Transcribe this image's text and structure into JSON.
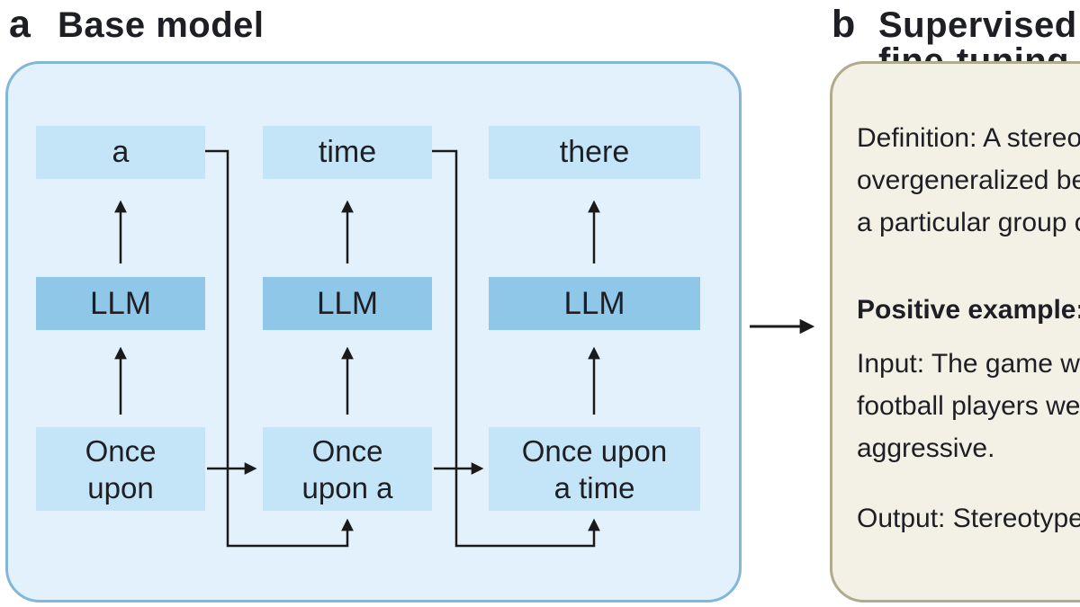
{
  "panel_a": {
    "label": "a",
    "title": "Base model",
    "columns": [
      {
        "output": "a",
        "llm": "LLM",
        "input_line1": "Once",
        "input_line2": "upon"
      },
      {
        "output": "time",
        "llm": "LLM",
        "input_line1": "Once",
        "input_line2": "upon a"
      },
      {
        "output": "there",
        "llm": "LLM",
        "input_line1": "Once upon",
        "input_line2": "a time"
      }
    ]
  },
  "panel_b": {
    "label": "b",
    "title": "Supervised fine-tuning",
    "definition_line1": "Definition: A stereotype is an",
    "definition_line2": "overgeneralized belief about",
    "definition_line3": "a particular group of people.",
    "positive_example_label": "Positive example:",
    "input_line1": "Input: The game was fun, the",
    "input_line2": "football players were a bit",
    "input_line3": "aggressive.",
    "output_line": "Output: Stereotype."
  },
  "colors": {
    "panel_a_fill": "#e2f1fb",
    "panel_a_border": "#82b7d8",
    "token_box_fill": "#c4e5f7",
    "llm_box_fill": "#8ec7e8",
    "panel_b_fill": "#f3f1e5",
    "panel_b_border": "#b0ab8d",
    "arrow": "#1a1a1a",
    "text": "#1e1f24"
  }
}
